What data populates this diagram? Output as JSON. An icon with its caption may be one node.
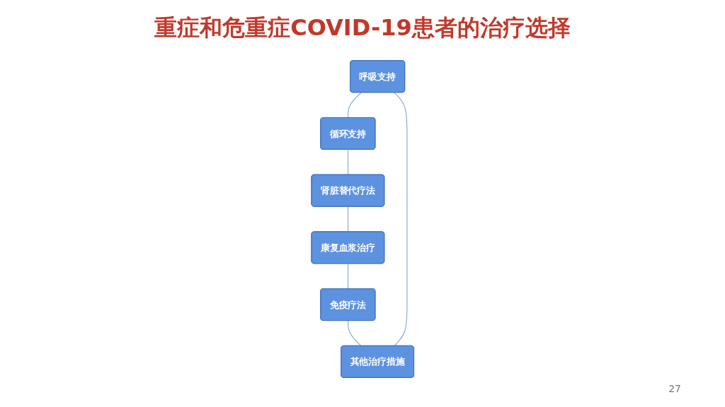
{
  "diagram": {
    "title": "重症和危重症COVID-19患者的治疗选择",
    "nodes": [
      {
        "text": [
          "呼吸支持"
        ]
      },
      {
        "text": [
          "循环支持"
        ]
      },
      {
        "text": [
          "肾脏替代疗法"
        ]
      },
      {
        "text": [
          "康复血浆治疗"
        ]
      },
      {
        "text": [
          "免疫疗法"
        ]
      },
      {
        "text": [
          "其他治疗措施"
        ]
      }
    ],
    "edges": [
      {
        "from": 0,
        "to": 1,
        "arrow": "none"
      },
      {
        "from": 1,
        "to": 2,
        "arrow": "none"
      },
      {
        "from": 2,
        "to": 3,
        "arrow": "none"
      },
      {
        "from": 3,
        "to": 4,
        "arrow": "none"
      },
      {
        "from": 4,
        "to": 5,
        "arrow": "none"
      },
      {
        "from": 5,
        "to": 0,
        "arrow": "none"
      }
    ],
    "labels": [
      "27"
    ]
  }
}
